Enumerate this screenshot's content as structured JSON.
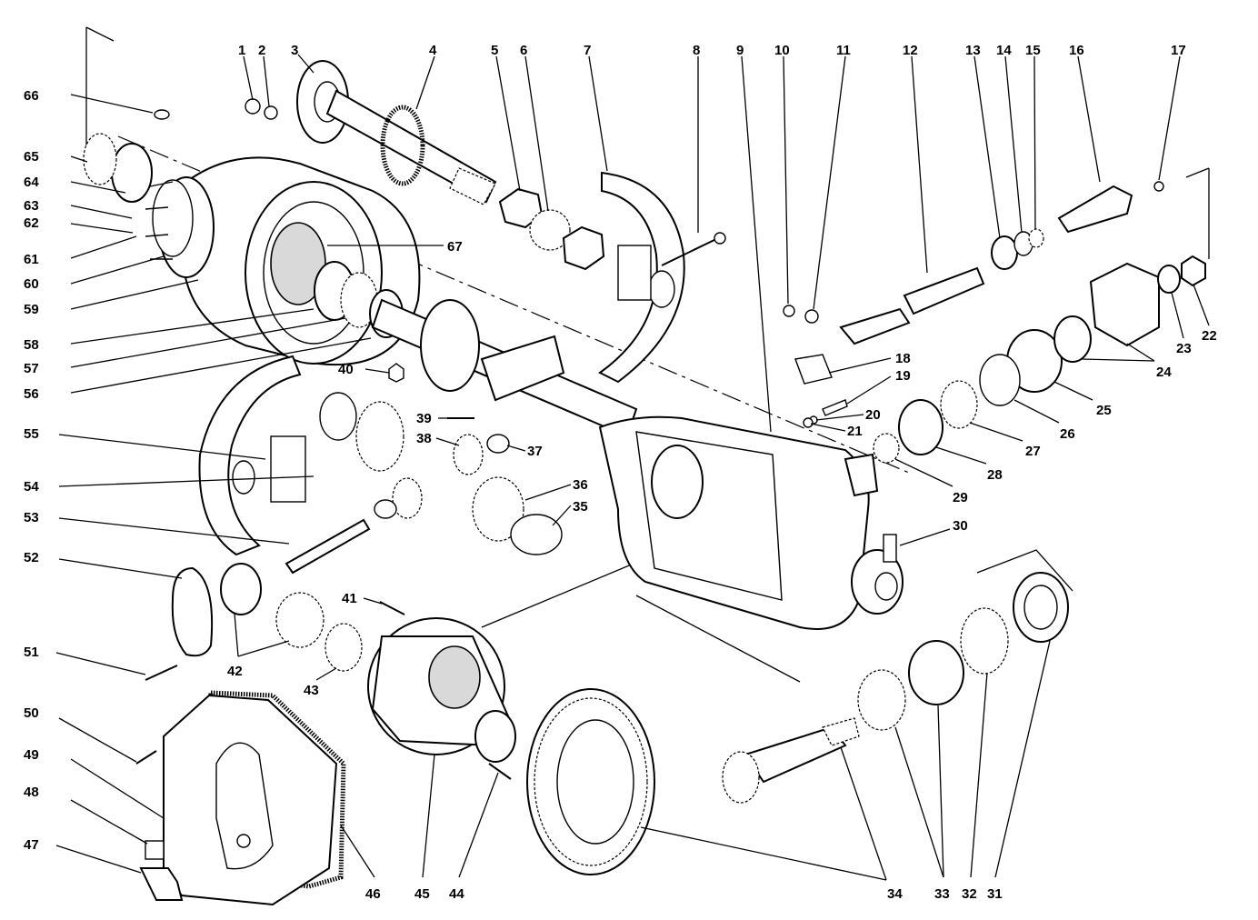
{
  "diagram": {
    "callouts": [
      {
        "id": "1",
        "label": "1"
      },
      {
        "id": "2",
        "label": "2"
      },
      {
        "id": "3",
        "label": "3"
      },
      {
        "id": "4",
        "label": "4"
      },
      {
        "id": "5",
        "label": "5"
      },
      {
        "id": "6",
        "label": "6"
      },
      {
        "id": "7",
        "label": "7"
      },
      {
        "id": "8",
        "label": "8"
      },
      {
        "id": "9",
        "label": "9"
      },
      {
        "id": "10",
        "label": "10"
      },
      {
        "id": "11",
        "label": "11"
      },
      {
        "id": "12",
        "label": "12"
      },
      {
        "id": "13",
        "label": "13"
      },
      {
        "id": "14",
        "label": "14"
      },
      {
        "id": "15",
        "label": "15"
      },
      {
        "id": "16",
        "label": "16"
      },
      {
        "id": "17",
        "label": "17"
      },
      {
        "id": "18",
        "label": "18"
      },
      {
        "id": "19",
        "label": "19"
      },
      {
        "id": "20",
        "label": "20"
      },
      {
        "id": "21",
        "label": "21"
      },
      {
        "id": "22",
        "label": "22"
      },
      {
        "id": "23",
        "label": "23"
      },
      {
        "id": "24",
        "label": "24"
      },
      {
        "id": "25",
        "label": "25"
      },
      {
        "id": "26",
        "label": "26"
      },
      {
        "id": "27",
        "label": "27"
      },
      {
        "id": "28",
        "label": "28"
      },
      {
        "id": "29",
        "label": "29"
      },
      {
        "id": "30",
        "label": "30"
      },
      {
        "id": "31",
        "label": "31"
      },
      {
        "id": "32",
        "label": "32"
      },
      {
        "id": "33",
        "label": "33"
      },
      {
        "id": "34",
        "label": "34"
      },
      {
        "id": "35",
        "label": "35"
      },
      {
        "id": "36",
        "label": "36"
      },
      {
        "id": "37",
        "label": "37"
      },
      {
        "id": "38",
        "label": "38"
      },
      {
        "id": "39",
        "label": "39"
      },
      {
        "id": "40",
        "label": "40"
      },
      {
        "id": "41",
        "label": "41"
      },
      {
        "id": "42",
        "label": "42"
      },
      {
        "id": "43",
        "label": "43"
      },
      {
        "id": "44",
        "label": "44"
      },
      {
        "id": "45",
        "label": "45"
      },
      {
        "id": "46",
        "label": "46"
      },
      {
        "id": "47",
        "label": "47"
      },
      {
        "id": "48",
        "label": "48"
      },
      {
        "id": "49",
        "label": "49"
      },
      {
        "id": "50",
        "label": "50"
      },
      {
        "id": "51",
        "label": "51"
      },
      {
        "id": "52",
        "label": "52"
      },
      {
        "id": "53",
        "label": "53"
      },
      {
        "id": "54",
        "label": "54"
      },
      {
        "id": "55",
        "label": "55"
      },
      {
        "id": "56",
        "label": "56"
      },
      {
        "id": "57",
        "label": "57"
      },
      {
        "id": "58",
        "label": "58"
      },
      {
        "id": "59",
        "label": "59"
      },
      {
        "id": "60",
        "label": "60"
      },
      {
        "id": "61",
        "label": "61"
      },
      {
        "id": "62",
        "label": "62"
      },
      {
        "id": "63",
        "label": "63"
      },
      {
        "id": "64",
        "label": "64"
      },
      {
        "id": "65",
        "label": "65"
      },
      {
        "id": "66",
        "label": "66"
      },
      {
        "id": "67",
        "label": "67"
      }
    ]
  }
}
